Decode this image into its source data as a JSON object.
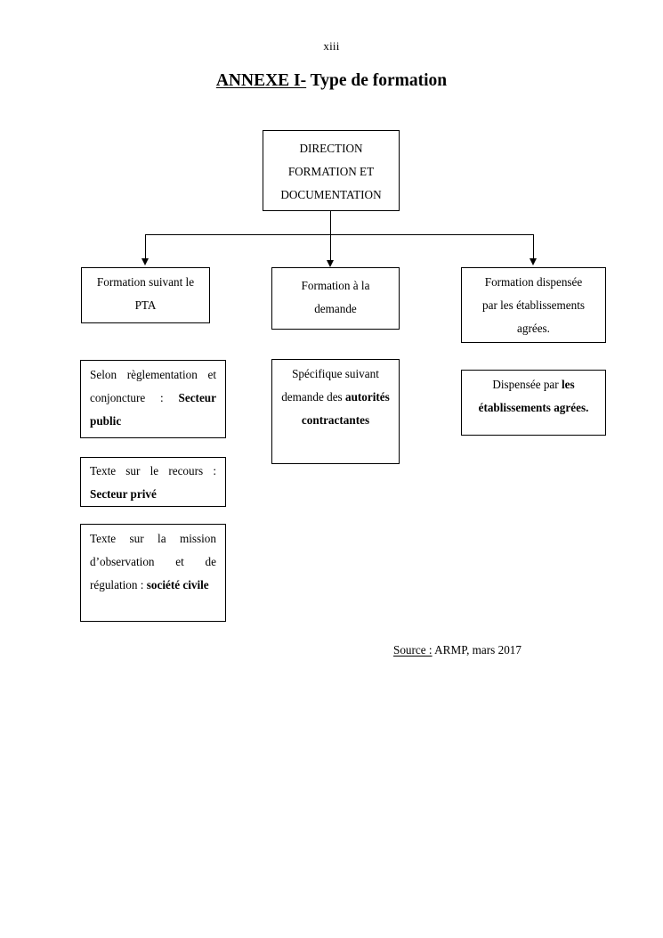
{
  "page": {
    "number": "xiii",
    "title_underlined": "ANNEXE I-",
    "title_rest": " Type de formation"
  },
  "diagram": {
    "type": "organizational-hierarchy",
    "root": {
      "id": "direction-formation-documentation",
      "lines": [
        "DIRECTION",
        "FORMATION ET",
        "DOCUMENTATION"
      ],
      "text": "DIRECTION FORMATION ET DOCUMENTATION"
    },
    "branches": [
      {
        "id": "formation-pta",
        "level2": {
          "lines": [
            "Formation suivant le",
            "PTA"
          ],
          "text": "Formation suivant le PTA"
        },
        "level3": [
          {
            "id": "secteur-public",
            "prefix": "Selon règlementation et conjoncture : ",
            "emphasis": "Secteur public",
            "text": "Selon règlementation et conjoncture : Secteur public"
          },
          {
            "id": "secteur-prive",
            "prefix": "Texte sur le recours : ",
            "emphasis": "Secteur privé",
            "text": "Texte sur le recours : Secteur privé"
          },
          {
            "id": "societe-civile",
            "prefix": "Texte sur la mission d’observation et de régulation : ",
            "emphasis": "société civile",
            "text": "Texte sur la mission d’observation et de régulation : société civile"
          }
        ]
      },
      {
        "id": "formation-demande",
        "level2": {
          "lines": [
            "Formation à la",
            "demande"
          ],
          "text": "Formation à la demande"
        },
        "level3": [
          {
            "id": "autorites-contractantes",
            "prefix": "Spécifique suivant demande des ",
            "emphasis": "autorités contractantes",
            "text": "Spécifique suivant demande des autorités contractantes"
          }
        ]
      },
      {
        "id": "formation-etablissements",
        "level2": {
          "lines": [
            "Formation dispensée",
            "par les établissements",
            "agrées."
          ],
          "text": "Formation dispensée par les établissements agrées."
        },
        "level3": [
          {
            "id": "dispensee-etablissements",
            "prefix": "Dispensée par ",
            "emphasis": "les établissements agrées.",
            "text": "Dispensée par les établissements agrées."
          }
        ]
      }
    ]
  },
  "source": {
    "label": "Source :",
    "value": " ARMP, mars 2017"
  }
}
